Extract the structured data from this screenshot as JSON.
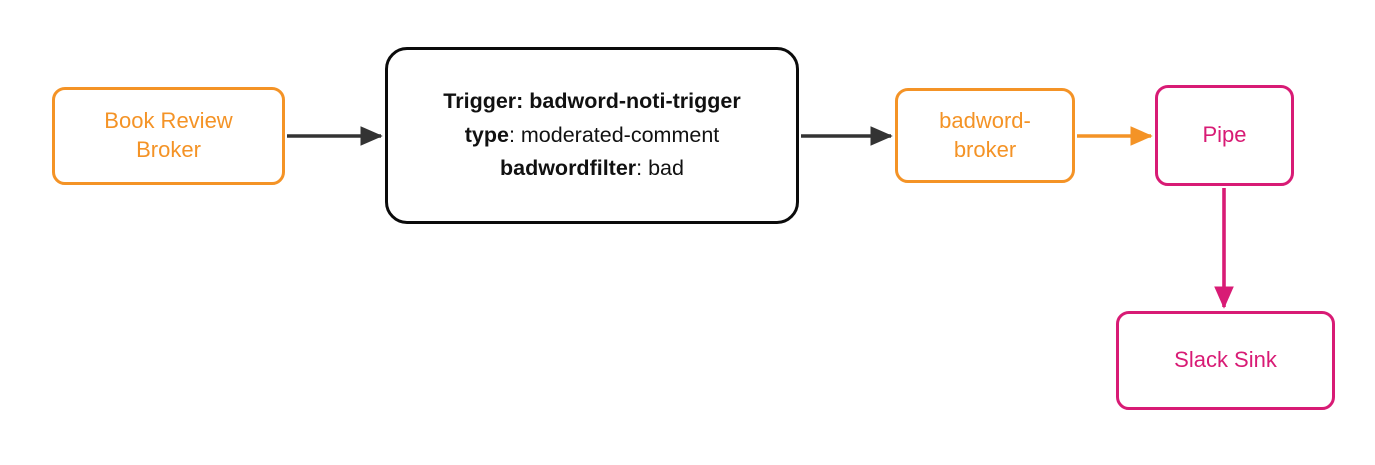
{
  "diagram": {
    "type": "flowchart",
    "direction": "left-to-right",
    "background_color": "#ffffff",
    "palette": {
      "orange": "#F49326",
      "crimson": "#D81B75",
      "black": "#0b0b0b",
      "arrow_dark": "#333333"
    },
    "nodes": [
      {
        "id": "book-review-broker",
        "label": "Book Review\nBroker",
        "shape": "rounded-rectangle",
        "stroke_color": "#F49326",
        "text_color": "#F49326",
        "fill": "#ffffff"
      },
      {
        "id": "trigger-config",
        "label": "Trigger: badword-noti-trigger type: moderated-comment badwordfilter: bad",
        "shape": "rounded-rectangle",
        "stroke_color": "#0b0b0b",
        "text_color": "#111111",
        "fill": "#ffffff",
        "lines": [
          {
            "key": "Trigger:",
            "value": " badword-noti-trigger",
            "all_bold": true
          },
          {
            "key": "type",
            "value": ": moderated-comment",
            "all_bold": false
          },
          {
            "key": "badwordfilter",
            "value": ": bad",
            "all_bold": false
          }
        ]
      },
      {
        "id": "badword-broker",
        "label": "badword-\nbroker",
        "shape": "rounded-rectangle",
        "stroke_color": "#F49326",
        "text_color": "#F49326",
        "fill": "#ffffff"
      },
      {
        "id": "pipe",
        "label": "Pipe",
        "shape": "rounded-rectangle",
        "stroke_color": "#D81B75",
        "text_color": "#D81B75",
        "fill": "#ffffff"
      },
      {
        "id": "slack-sink",
        "label": "Slack Sink",
        "shape": "rounded-rectangle",
        "stroke_color": "#D81B75",
        "text_color": "#D81B75",
        "fill": "#ffffff"
      }
    ],
    "edges": [
      {
        "id": "edge-book-review-broker-to-trigger-config",
        "from": "book-review-broker",
        "to": "trigger-config",
        "color": "#333333",
        "arrowhead": "filled-triangle",
        "orientation": "horizontal"
      },
      {
        "id": "edge-trigger-config-to-badword-broker",
        "from": "trigger-config",
        "to": "badword-broker",
        "color": "#333333",
        "arrowhead": "filled-triangle",
        "orientation": "horizontal"
      },
      {
        "id": "edge-badword-broker-to-pipe",
        "from": "badword-broker",
        "to": "pipe",
        "color": "#F49326",
        "arrowhead": "filled-triangle",
        "orientation": "horizontal"
      },
      {
        "id": "edge-pipe-to-slack-sink",
        "from": "pipe",
        "to": "slack-sink",
        "color": "#D81B75",
        "arrowhead": "filled-triangle",
        "orientation": "vertical"
      }
    ]
  }
}
